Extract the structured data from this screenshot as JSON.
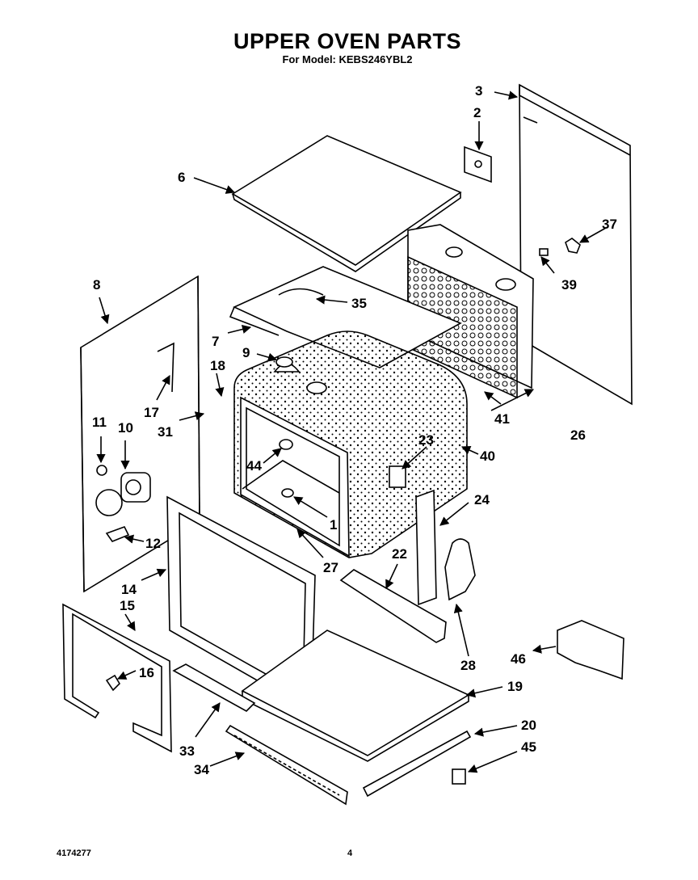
{
  "title": "UPPER OVEN PARTS",
  "subtitle": "For Model: KEBS246YBL2",
  "footer": {
    "doc_number": "4174277",
    "page_number": "4"
  },
  "callouts": [
    "1",
    "2",
    "3",
    "6",
    "7",
    "8",
    "9",
    "10",
    "11",
    "12",
    "14",
    "15",
    "16",
    "17",
    "18",
    "19",
    "20",
    "22",
    "23",
    "24",
    "26",
    "27",
    "28",
    "31",
    "33",
    "34",
    "35",
    "37",
    "39",
    "40",
    "41",
    "44",
    "45",
    "46"
  ]
}
